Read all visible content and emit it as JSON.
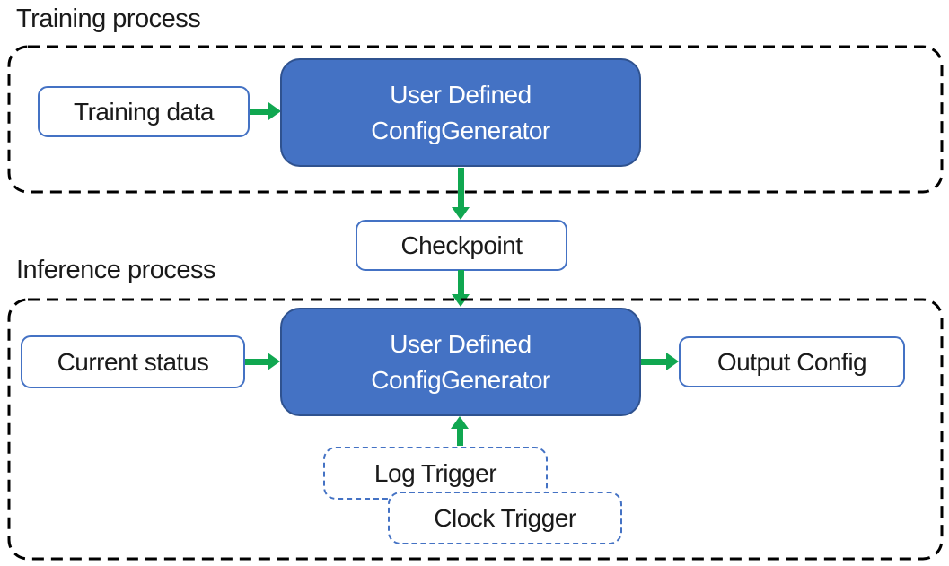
{
  "sections": {
    "training": {
      "label": "Training process"
    },
    "inference": {
      "label": "Inference process"
    }
  },
  "nodes": {
    "training_data": {
      "label": "Training data"
    },
    "generator": {
      "line1": "User Defined",
      "line2": "ConfigGenerator"
    },
    "checkpoint": {
      "label": "Checkpoint"
    },
    "current_status": {
      "label": "Current status"
    },
    "output_config": {
      "label": "Output Config"
    },
    "log_trigger": {
      "label": "Log Trigger"
    },
    "clock_trigger": {
      "label": "Clock Trigger"
    }
  },
  "colors": {
    "node_fill": "#4472C4",
    "node_stroke": "#2F528F",
    "io_stroke": "#4472C4",
    "arrow_green": "#10A750",
    "container_stroke": "#000000",
    "text_dark": "#1A1A1A",
    "text_light": "#FFFFFF",
    "background": "#FFFFFF"
  }
}
